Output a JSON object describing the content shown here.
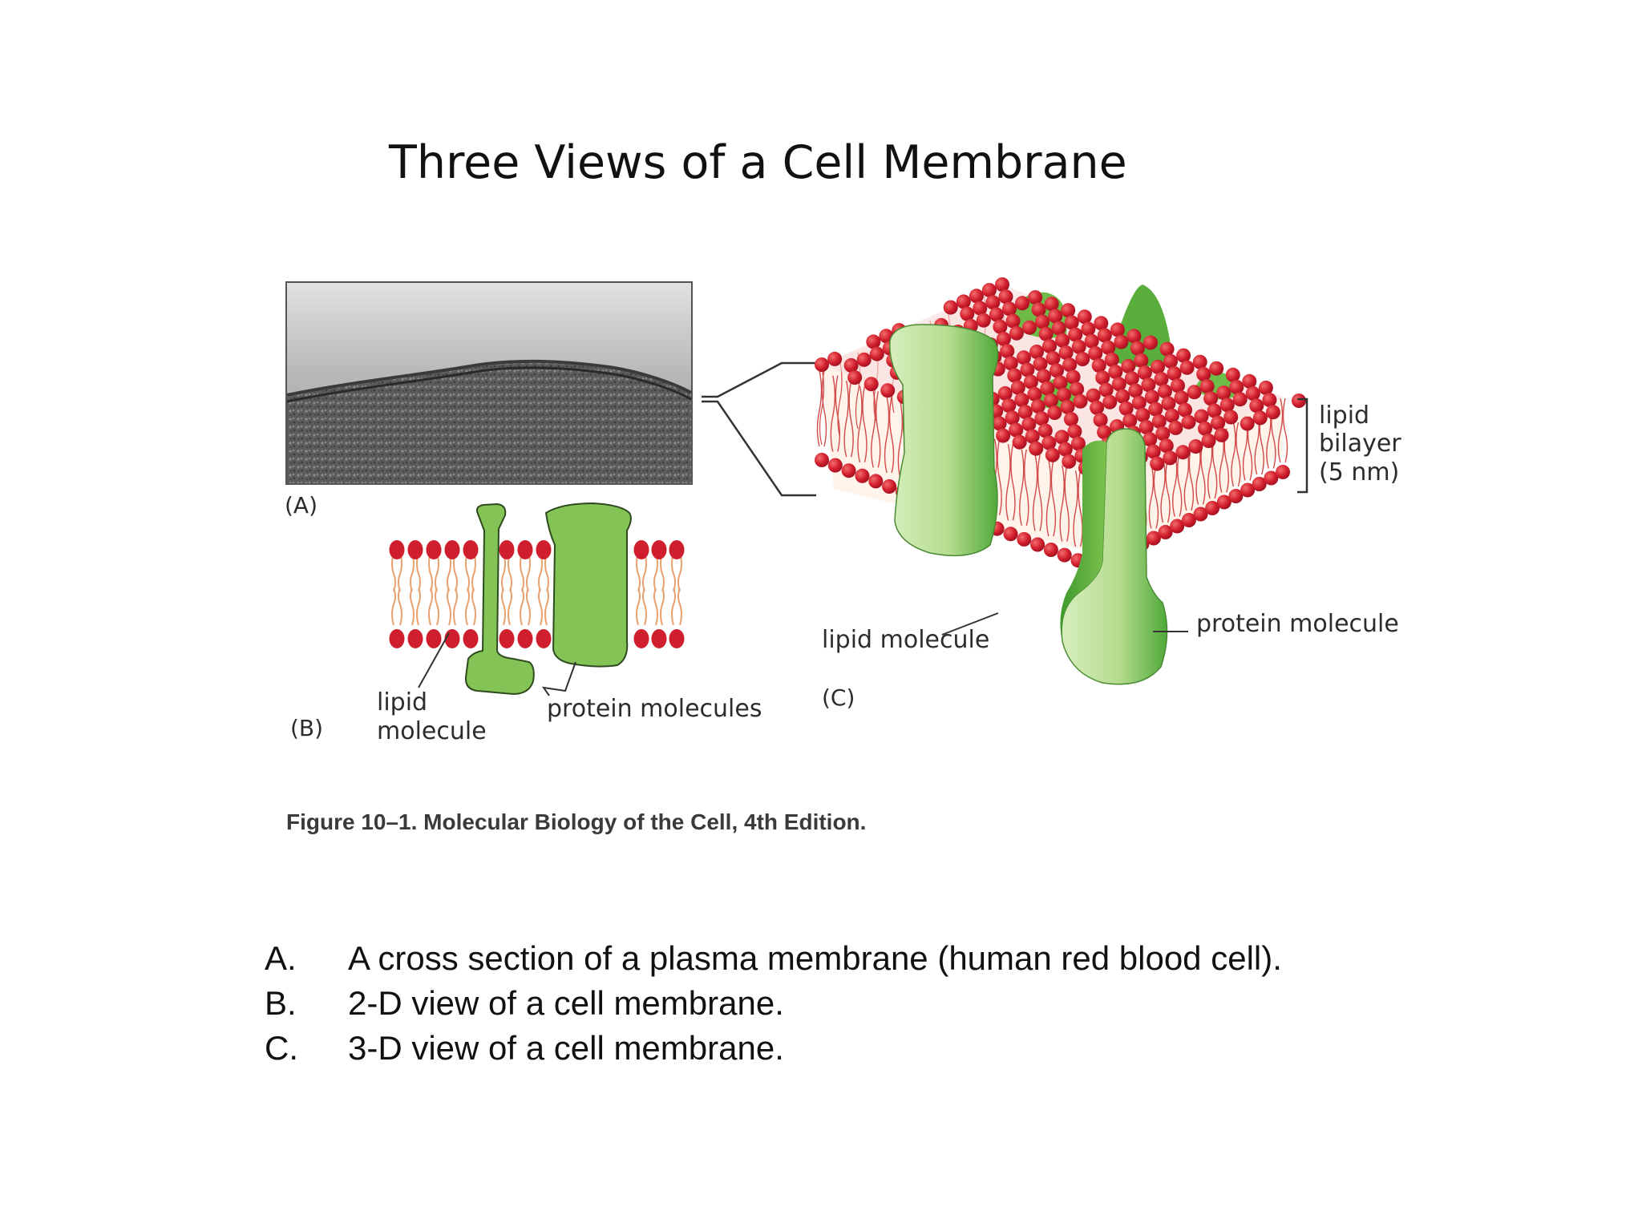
{
  "title": "Three Views of a Cell Membrane",
  "figure": {
    "panel_a": {
      "label": "(A)"
    },
    "panel_b": {
      "label": "(B)",
      "lipid_label": [
        "lipid",
        "molecule"
      ],
      "protein_label": "protein molecules"
    },
    "panel_c": {
      "label": "(C)",
      "bilayer_label": [
        "lipid",
        "bilayer",
        "(5 nm)"
      ],
      "lipid_label": "lipid molecule",
      "protein_label": "protein molecule"
    },
    "caption": "Figure 10–1. Molecular Biology of the Cell, 4th Edition.",
    "colors": {
      "lipid_head": "#cf1f2e",
      "lipid_tail": "#e8a070",
      "protein": "#7cc24e",
      "protein_light": "#c9e6a8",
      "micrograph_light": "#d8d8d8",
      "micrograph_dark": "#5a5a5a"
    }
  },
  "descriptions": [
    {
      "letter": "A.",
      "text": "A cross section  of a plasma membrane (human red blood cell)."
    },
    {
      "letter": "B.",
      "text": "2-D view of a cell membrane."
    },
    {
      "letter": "C.",
      "text": "3-D view of a cell membrane."
    }
  ]
}
